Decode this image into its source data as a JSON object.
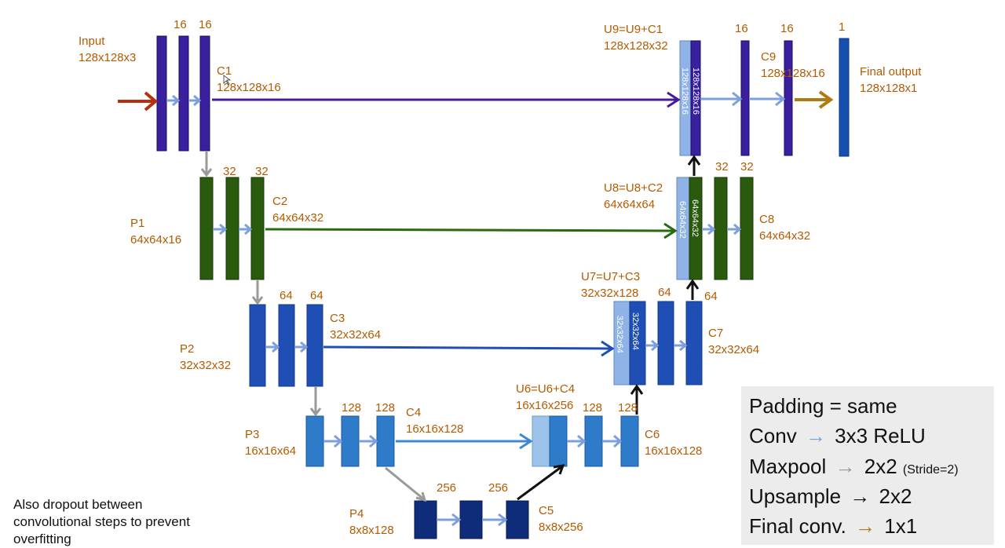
{
  "labels": {
    "input": "Input\n128x128x3",
    "c1_f1": "16",
    "c1_f2": "16",
    "c1": "C1\n128x128x16",
    "p1": "P1\n64x64x16",
    "c2_f1": "32",
    "c2_f2": "32",
    "c2": "C2\n64x64x32",
    "p2": "P2\n32x32x32",
    "c3_f1": "64",
    "c3_f2": "64",
    "c3": "C3\n32x32x64",
    "p3": "P3\n16x16x64",
    "c4_f1": "128",
    "c4_f2": "128",
    "c4": "C4\n16x16x128",
    "p4": "P4\n8x8x128",
    "c5_f1": "256",
    "c5_f2": "256",
    "c5": "C5\n8x8x256",
    "u6": "U6=U6+C4\n16x16x256",
    "c6_f1": "128",
    "c6_f2": "128",
    "c6": "C6\n16x16x128",
    "u7": "U7=U7+C3\n32x32x128",
    "c7_f1": "64",
    "c7_f2": "64",
    "c7": "C7\n32x32x64",
    "u8": "U8=U8+C2\n64x64x64",
    "c8_f1": "32",
    "c8_f2": "32",
    "c8": "C8\n64x64x32",
    "u9": "U9=U9+C1\n128x128x32",
    "c9_f1": "16",
    "c9_f2": "16",
    "c9": "C9\n128x128x16",
    "final_f": "1",
    "final": "Final output\n128x128x1"
  },
  "concat_labels": {
    "u9_left": "128x128x16",
    "u9_right": "128x128x16",
    "u8_left": "64x64x32",
    "u8_right": "64x64x32",
    "u7_left": "32x32x64",
    "u7_right": "32x32x64"
  },
  "legend": {
    "padding": "Padding = same",
    "conv_name": "Conv",
    "conv_value": "3x3 ReLU",
    "maxpool_name": "Maxpool",
    "maxpool_value": "2x2",
    "maxpool_note": "(Stride=2)",
    "upsample_name": "Upsample",
    "upsample_value": "2x2",
    "final_name": "Final conv.",
    "final_value": "1x1"
  },
  "note": "Also dropout between convolutional steps to prevent overfitting",
  "colors": {
    "label_text": "#b35a00",
    "level1_block": "#3a1f9e",
    "level2_block": "#2a5a0c",
    "level3_block": "#1f4fb5",
    "level4_block": "#2e7cc9",
    "level5_block": "#0f2c7a",
    "final_block": "#1550b0",
    "conv_arrow": "#7d9fdc",
    "maxpool_arrow": "#9a9a9a",
    "upsample_arrow": "#111111",
    "input_arrow": "#b5300e",
    "final_arrow": "#b07a10"
  }
}
